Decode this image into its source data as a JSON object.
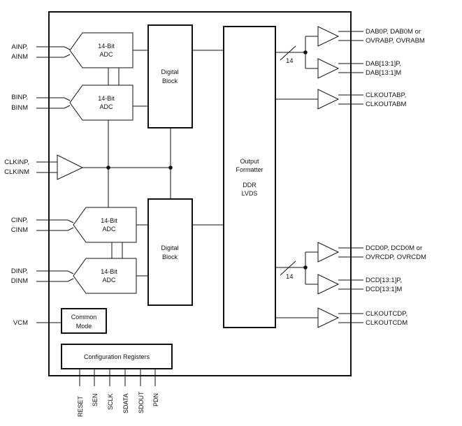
{
  "inputs": {
    "ainp": "AINP,",
    "ainm": "AINM",
    "binp": "BINP,",
    "binm": "BINM",
    "clkinp": "CLKINP,",
    "clkinm": "CLKINM",
    "cinp": "CINP,",
    "cinm": "CINM",
    "dinp": "DINP,",
    "dinm": "DINM",
    "vcm": "VCM"
  },
  "adcs": {
    "line1": "14-Bit",
    "line2": "ADC"
  },
  "blocks": {
    "digital_line1": "Digital",
    "digital_line2": "Block",
    "formatter_line1": "Output",
    "formatter_line2": "Formatter",
    "formatter_line3": "DDR",
    "formatter_line4": "LVDS",
    "common_line1": "Common",
    "common_line2": "Mode",
    "config": "Configuration Registers"
  },
  "outputs": {
    "dab0_line1": "DAB0P, DAB0M or",
    "dab0_line2": "OVRABP, OVRABM",
    "dab_line1": "DAB[13:1]P,",
    "dab_line2": "DAB[13:1]M",
    "clkoutab_line1": "CLKOUTABP,",
    "clkoutab_line2": "CLKOUTABM",
    "dcd0_line1": "DCD0P, DCD0M or",
    "dcd0_line2": "OVRCDP, OVRCDM",
    "dcd_line1": "DCD[13:1]P,",
    "dcd_line2": "DCD[13:1]M",
    "clkoutcd_line1": "CLKOUTCDP,",
    "clkoutcd_line2": "CLKOUTCDM"
  },
  "bus_width": "14",
  "pins": [
    "RESET",
    "SEN",
    "SCLK",
    "SDATA",
    "SDOUT",
    "PDN"
  ]
}
